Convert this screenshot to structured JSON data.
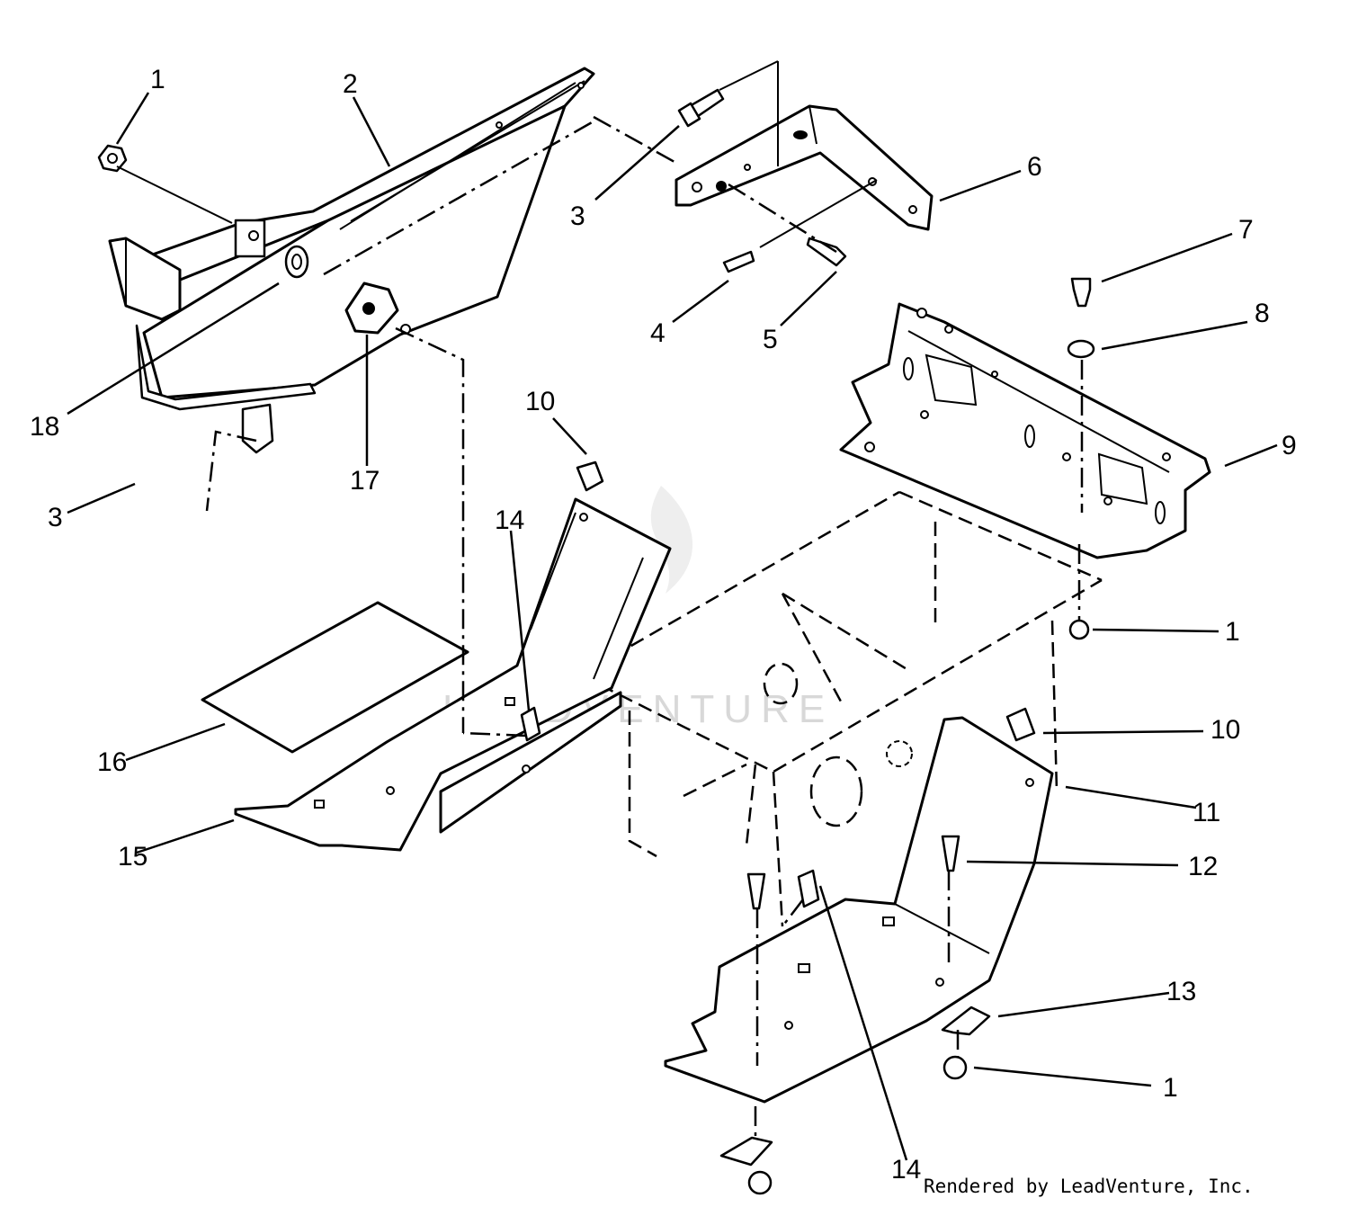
{
  "diagram": {
    "watermark": "LEADVENTURE",
    "footer": "Rendered by LeadVenture, Inc.",
    "callouts": [
      {
        "id": "c1a",
        "label": "1"
      },
      {
        "id": "c2",
        "label": "2"
      },
      {
        "id": "c3a",
        "label": "3"
      },
      {
        "id": "c6",
        "label": "6"
      },
      {
        "id": "c7",
        "label": "7"
      },
      {
        "id": "c8",
        "label": "8"
      },
      {
        "id": "c4",
        "label": "4"
      },
      {
        "id": "c5",
        "label": "5"
      },
      {
        "id": "c18",
        "label": "18"
      },
      {
        "id": "c17",
        "label": "17"
      },
      {
        "id": "c9",
        "label": "9"
      },
      {
        "id": "c10a",
        "label": "10"
      },
      {
        "id": "c3b",
        "label": "3"
      },
      {
        "id": "c14a",
        "label": "14"
      },
      {
        "id": "c1b",
        "label": "1"
      },
      {
        "id": "c10b",
        "label": "10"
      },
      {
        "id": "c16",
        "label": "16"
      },
      {
        "id": "c11",
        "label": "11"
      },
      {
        "id": "c15",
        "label": "15"
      },
      {
        "id": "c12",
        "label": "12"
      },
      {
        "id": "c13",
        "label": "13"
      },
      {
        "id": "c1c",
        "label": "1"
      },
      {
        "id": "c14b",
        "label": "14"
      }
    ]
  }
}
